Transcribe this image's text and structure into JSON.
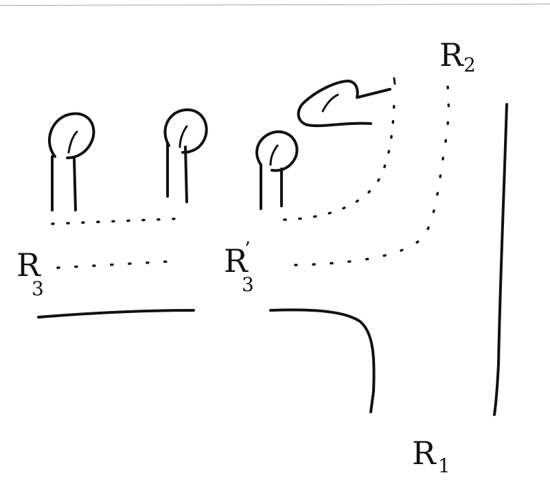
{
  "labels": {
    "r2": {
      "main": "R",
      "sub": "2"
    },
    "r3": {
      "main": "R",
      "sub": "3"
    },
    "r3_prime": {
      "main": "R",
      "sup": "’",
      "sub": "3"
    },
    "r1": {
      "main": "R",
      "sub": "1"
    }
  }
}
